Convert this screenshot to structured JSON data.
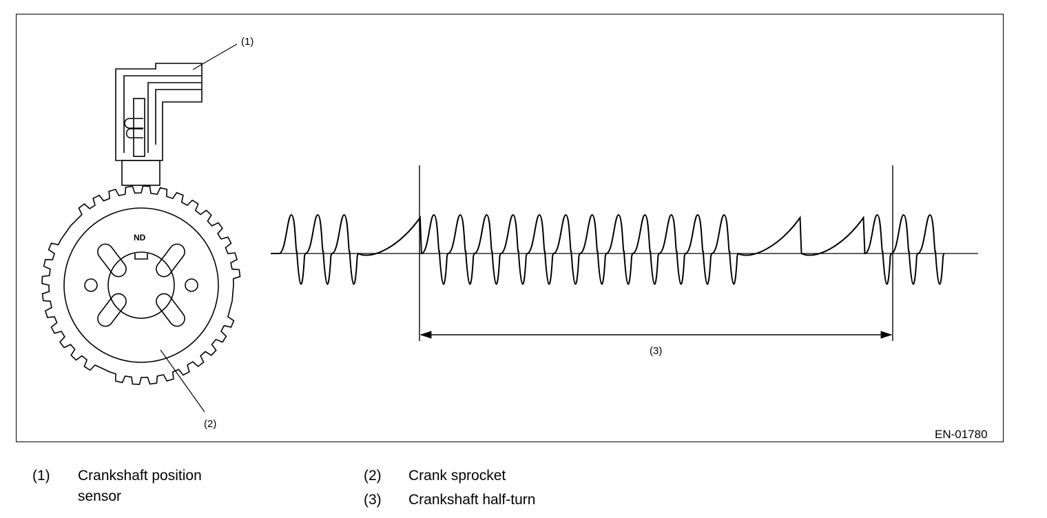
{
  "figure": {
    "code": "EN-01780",
    "sprocket_marking": "ND",
    "callouts": {
      "c1": "(1)",
      "c2": "(2)",
      "c3": "(3)"
    }
  },
  "legend": [
    {
      "num": "(1)",
      "text_line1": "Crankshaft position",
      "text_line2": "sensor"
    },
    {
      "num": "(2)",
      "text": "Crank sprocket"
    },
    {
      "num": "(3)",
      "text": "Crankshaft half-turn"
    }
  ],
  "waveform": {
    "pattern": [
      "pulse",
      "pulse",
      "pulse",
      "gap",
      "pulse",
      "pulse",
      "pulse",
      "pulse",
      "pulse",
      "pulse",
      "pulse",
      "pulse",
      "pulse",
      "pulse",
      "pulse",
      "pulse",
      "gap",
      "gap",
      "pulse",
      "pulse",
      "pulse"
    ]
  }
}
